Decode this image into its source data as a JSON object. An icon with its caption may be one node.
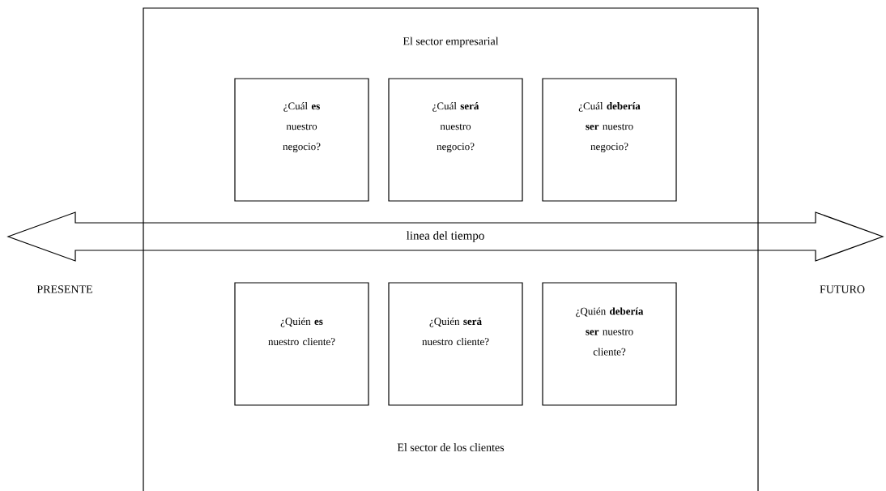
{
  "diagram": {
    "nodes": [
      {
        "text": [
          "El sector empresarial",
          "El sector de los clientes"
        ]
      },
      {
        "text": [
          "¿Cuál **es** nuestro negocio?"
        ],
        "in": 0
      },
      {
        "text": [
          "¿Cuál **será** nuestro negocio?"
        ],
        "in": 0
      },
      {
        "text": [
          "¿Cuál **debería ser** nuestro negocio?"
        ],
        "in": 0
      },
      {
        "text": [
          "¿Quién **es** nuestro cliente?"
        ],
        "in": 0
      },
      {
        "text": [
          "¿Quién **será** nuestro cliente?"
        ],
        "in": 0
      },
      {
        "text": [
          "¿Quién **debería ser** nuestro cliente?"
        ],
        "in": 0
      },
      {
        "text": [
          "linea del tiempo"
        ]
      }
    ],
    "labels": [
      "PRESENTE",
      "FUTURO"
    ]
  }
}
